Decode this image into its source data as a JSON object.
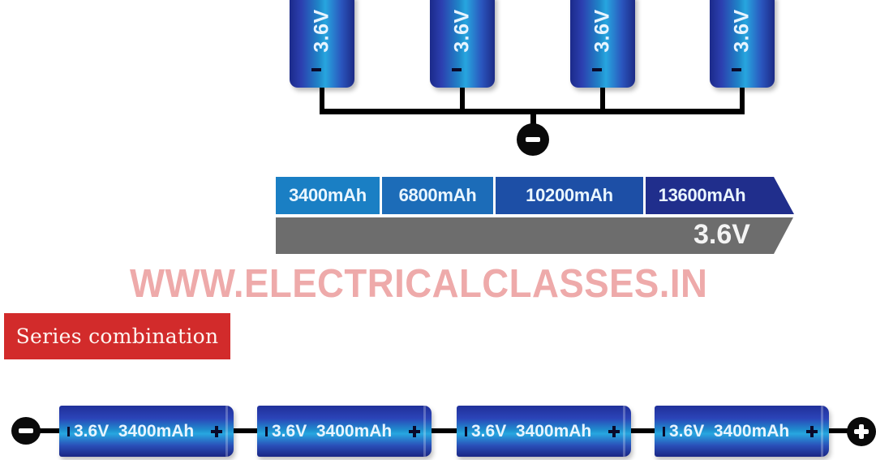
{
  "diagram": {
    "parallel": {
      "batteries": [
        {
          "voltage_label": "3.6V",
          "terminal": "-"
        },
        {
          "voltage_label": "3.6V",
          "terminal": "-"
        },
        {
          "voltage_label": "3.6V",
          "terminal": "-"
        },
        {
          "voltage_label": "3.6V",
          "terminal": "-"
        }
      ],
      "common_terminal": "negative",
      "capacity_steps": [
        "3400mAh",
        "6800mAh",
        "10200mAh",
        "13600mAh"
      ],
      "capacity_colors": [
        "#1a7fc4",
        "#1c6cb8",
        "#1d4fa6",
        "#202e8c"
      ],
      "voltage_bar_label": "3.6V",
      "voltage_bar_color": "#6d6d6d"
    },
    "watermark": "WWW.ELECTRICALCLASSES.IN",
    "section_label": "Series combination",
    "section_label_color": "#d22b2b",
    "series": {
      "batteries": [
        {
          "label": "3.6V  3400mAh"
        },
        {
          "label": "3.6V  3400mAh"
        },
        {
          "label": "3.6V  3400mAh"
        },
        {
          "label": "3.6V  3400mAh"
        }
      ],
      "left_terminal": "negative",
      "right_terminal": "positive"
    }
  }
}
